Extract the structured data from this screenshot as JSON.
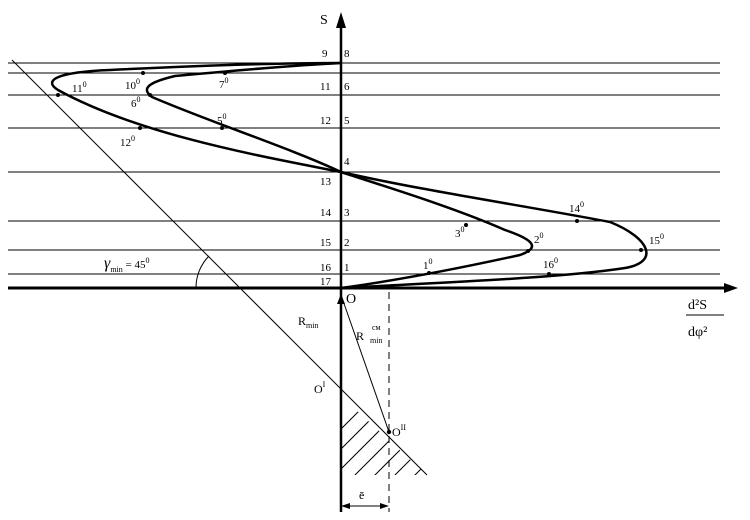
{
  "axes": {
    "vertical_label": "S",
    "horizontal_numerator": "d²S",
    "horizontal_denominator": "dφ²",
    "origin_label": "O"
  },
  "left_axis_numbers": [
    "9",
    "11",
    "12",
    "13",
    "14",
    "15",
    "16",
    "17"
  ],
  "right_axis_numbers": [
    "8",
    "6",
    "5",
    "4",
    "3",
    "2",
    "1"
  ],
  "curve_points": [
    {
      "number": "1",
      "degree": "0"
    },
    {
      "number": "2",
      "degree": "0"
    },
    {
      "number": "3",
      "degree": "0"
    },
    {
      "number": "5",
      "degree": "0"
    },
    {
      "number": "6",
      "degree": "0"
    },
    {
      "number": "7",
      "degree": "0"
    },
    {
      "number": "10",
      "degree": "0"
    },
    {
      "number": "11",
      "degree": "0"
    },
    {
      "number": "12",
      "degree": "0"
    },
    {
      "number": "14",
      "degree": "0"
    },
    {
      "number": "15",
      "degree": "0"
    },
    {
      "number": "16",
      "degree": "0"
    }
  ],
  "angle": {
    "symbol": "γ",
    "subscript": "min",
    "text": " = 45",
    "degree": "0"
  },
  "radius_labels": {
    "r_min": {
      "main": "R",
      "sub": "min"
    },
    "r_min_cm": {
      "main": "R",
      "sup": "см",
      "sub": "min"
    }
  },
  "centers": {
    "o1": {
      "main": "O",
      "sup": "I"
    },
    "o2": {
      "main": "O",
      "sup": "II"
    }
  },
  "offset_label": "ē"
}
